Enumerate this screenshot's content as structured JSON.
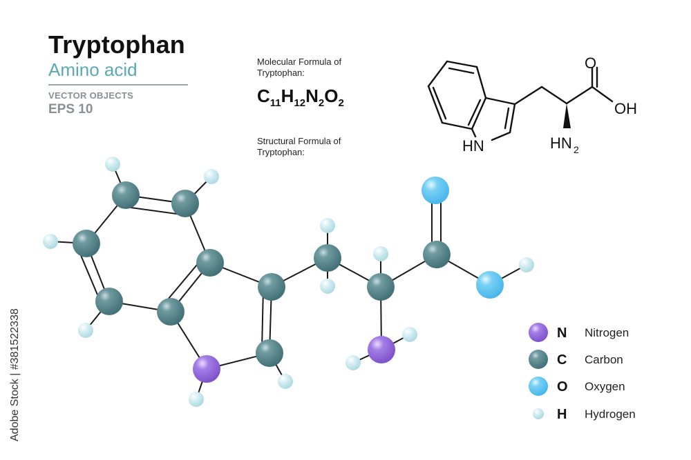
{
  "header": {
    "title": "Tryptophan",
    "subtitle": "Amino acid",
    "vector_objects": "VECTOR OBJECTS",
    "eps": "EPS 10"
  },
  "molecular": {
    "label_line1": "Molecular Formula of",
    "label_line2": "Tryptophan:",
    "formula_parts": [
      {
        "el": "C",
        "n": "11"
      },
      {
        "el": "H",
        "n": "12"
      },
      {
        "el": "N",
        "n": "2"
      },
      {
        "el": "O",
        "n": "2"
      }
    ]
  },
  "structural": {
    "label_line1": "Structural  Formula of",
    "label_line2": "Tryptophan:",
    "labels": {
      "o": "O",
      "oh": "OH",
      "hn": "HN",
      "hn2": "HN",
      "hn2_sub": "2"
    }
  },
  "legend": [
    {
      "symbol": "N",
      "name": "Nitrogen",
      "color": "#9b6fdc"
    },
    {
      "symbol": "C",
      "name": "Carbon",
      "color": "#4d7f86"
    },
    {
      "symbol": "O",
      "name": "Oxygen",
      "color": "#6cc8f0"
    },
    {
      "symbol": "H",
      "name": "Hydrogen",
      "color": "#c6e8ee"
    }
  ],
  "watermark": {
    "stock_id": "Adobe Stock | #381522338"
  }
}
